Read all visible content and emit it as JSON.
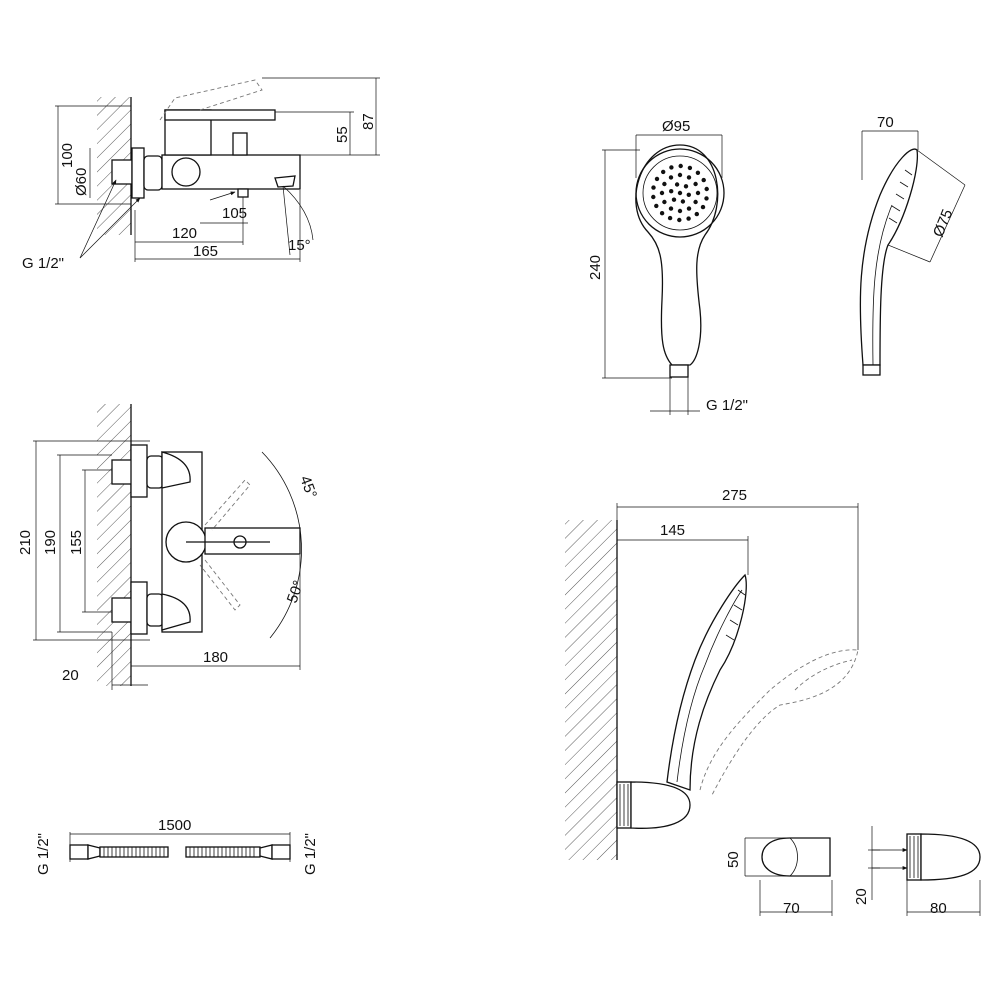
{
  "faucet_side": {
    "height_100": "100",
    "height_87": "87",
    "height_55": "55",
    "dia_60": "Ø60",
    "len_105": "105",
    "len_120": "120",
    "len_165": "165",
    "angle_15": "15°",
    "thread": "G 1/2\""
  },
  "faucet_top": {
    "height_210": "210",
    "height_190": "190",
    "height_155": "155",
    "angle_45": "45°",
    "angle_50": "50°",
    "len_20": "20",
    "len_180": "180"
  },
  "hose": {
    "length": "1500",
    "thread_left": "G 1/2\"",
    "thread_right": "G 1/2\""
  },
  "hand_shower": {
    "dia_95": "Ø95",
    "len_240": "240",
    "thread": "G 1/2\"",
    "width_70": "70",
    "dia_75": "Ø75"
  },
  "holder": {
    "len_275": "275",
    "len_145": "145",
    "height_50": "50",
    "width_70": "70",
    "height_20": "20",
    "width_80": "80"
  }
}
